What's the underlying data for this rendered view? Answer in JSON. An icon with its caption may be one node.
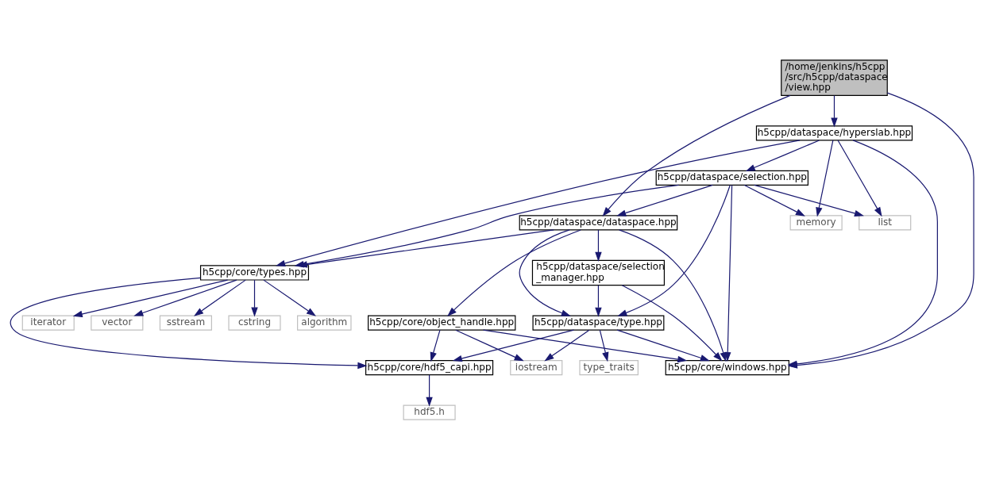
{
  "diagram": {
    "nodes": [
      {
        "text": [
          "/home/jenkins/h5cpp /src/h5cpp/dataspace /view.hpp"
        ]
      },
      {
        "text": [
          "h5cpp/dataspace/hyperslab.hpp"
        ]
      },
      {
        "text": [
          "h5cpp/dataspace/selection.hpp"
        ]
      },
      {
        "text": [
          "memory"
        ]
      },
      {
        "text": [
          "list"
        ]
      },
      {
        "text": [
          "h5cpp/dataspace/dataspace.hpp"
        ]
      },
      {
        "text": [
          "h5cpp/dataspace/selection _manager.hpp"
        ]
      },
      {
        "text": [
          "h5cpp/core/types.hpp"
        ]
      },
      {
        "text": [
          "h5cpp/core/object_handle.hpp"
        ]
      },
      {
        "text": [
          "h5cpp/dataspace/type.hpp"
        ]
      },
      {
        "text": [
          "h5cpp/core/windows.hpp"
        ]
      },
      {
        "text": [
          "iostream"
        ]
      },
      {
        "text": [
          "h5cpp/core/hdf5_capi.hpp"
        ]
      },
      {
        "text": [
          "type_traits"
        ]
      },
      {
        "text": [
          "vector"
        ]
      },
      {
        "text": [
          "sstream"
        ]
      },
      {
        "text": [
          "cstring"
        ]
      },
      {
        "text": [
          "algorithm"
        ]
      },
      {
        "text": [
          "iterator"
        ]
      },
      {
        "text": [
          "hdf5.h"
        ]
      }
    ],
    "edges": [
      {
        "from": 0,
        "to": 1,
        "arrow": "to"
      },
      {
        "from": 0,
        "to": 5,
        "arrow": "to"
      },
      {
        "from": 0,
        "to": 10,
        "arrow": "to"
      },
      {
        "from": 1,
        "to": 2,
        "arrow": "to"
      },
      {
        "from": 1,
        "to": 3,
        "arrow": "to"
      },
      {
        "from": 1,
        "to": 4,
        "arrow": "to"
      },
      {
        "from": 1,
        "to": 7,
        "arrow": "to"
      },
      {
        "from": 1,
        "to": 10,
        "arrow": "to"
      },
      {
        "from": 2,
        "to": 3,
        "arrow": "to"
      },
      {
        "from": 2,
        "to": 5,
        "arrow": "to"
      },
      {
        "from": 2,
        "to": 4,
        "arrow": "to"
      },
      {
        "from": 2,
        "to": 7,
        "arrow": "to"
      },
      {
        "from": 2,
        "to": 9,
        "arrow": "to"
      },
      {
        "from": 2,
        "to": 10,
        "arrow": "to"
      },
      {
        "from": 5,
        "to": 6,
        "arrow": "to"
      },
      {
        "from": 5,
        "to": 8,
        "arrow": "to"
      },
      {
        "from": 5,
        "to": 9,
        "arrow": "to"
      },
      {
        "from": 5,
        "to": 7,
        "arrow": "to"
      },
      {
        "from": 5,
        "to": 10,
        "arrow": "to"
      },
      {
        "from": 6,
        "to": 9,
        "arrow": "to"
      },
      {
        "from": 6,
        "to": 10,
        "arrow": "to"
      },
      {
        "from": 7,
        "to": 14,
        "arrow": "to"
      },
      {
        "from": 7,
        "to": 15,
        "arrow": "to"
      },
      {
        "from": 7,
        "to": 16,
        "arrow": "to"
      },
      {
        "from": 7,
        "to": 17,
        "arrow": "to"
      },
      {
        "from": 7,
        "to": 18,
        "arrow": "to"
      },
      {
        "from": 7,
        "to": 12,
        "arrow": "to"
      },
      {
        "from": 8,
        "to": 10,
        "arrow": "to"
      },
      {
        "from": 8,
        "to": 11,
        "arrow": "to"
      },
      {
        "from": 8,
        "to": 12,
        "arrow": "to"
      },
      {
        "from": 9,
        "to": 10,
        "arrow": "to"
      },
      {
        "from": 9,
        "to": 11,
        "arrow": "to"
      },
      {
        "from": 9,
        "to": 12,
        "arrow": "to"
      },
      {
        "from": 9,
        "to": 13,
        "arrow": "to"
      },
      {
        "from": 12,
        "to": 19,
        "arrow": "to"
      }
    ]
  }
}
